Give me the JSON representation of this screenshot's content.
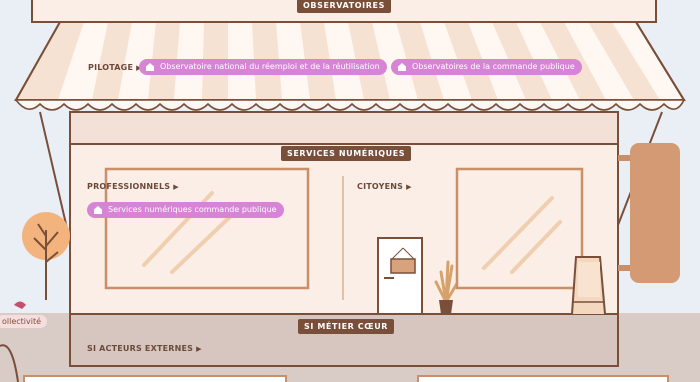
{
  "sections": {
    "observatoires": "OBSERVATOIRES",
    "services_numeriques": "SERVICES NUMÉRIQUES",
    "si_metier": "SI MÉTIER CŒUR"
  },
  "categories": {
    "pilotage": "PILOTAGE",
    "professionnels": "PROFESSIONNELS",
    "citoyens": "CITOYENS",
    "si_acteurs": "SI ACTEURS EXTERNES"
  },
  "chips": {
    "reemploi": "Observatoire national du réemploi et de la réutilisation",
    "commande_publique": "Observatoires de la commande publique",
    "services_commande": "Services numériques commande publique"
  },
  "collectivite": "ollectivité",
  "colors": {
    "brown": "#7a4f3a",
    "chip": "#d884d6",
    "wall": "#fbeee6",
    "awning": "#f5e2d2"
  }
}
